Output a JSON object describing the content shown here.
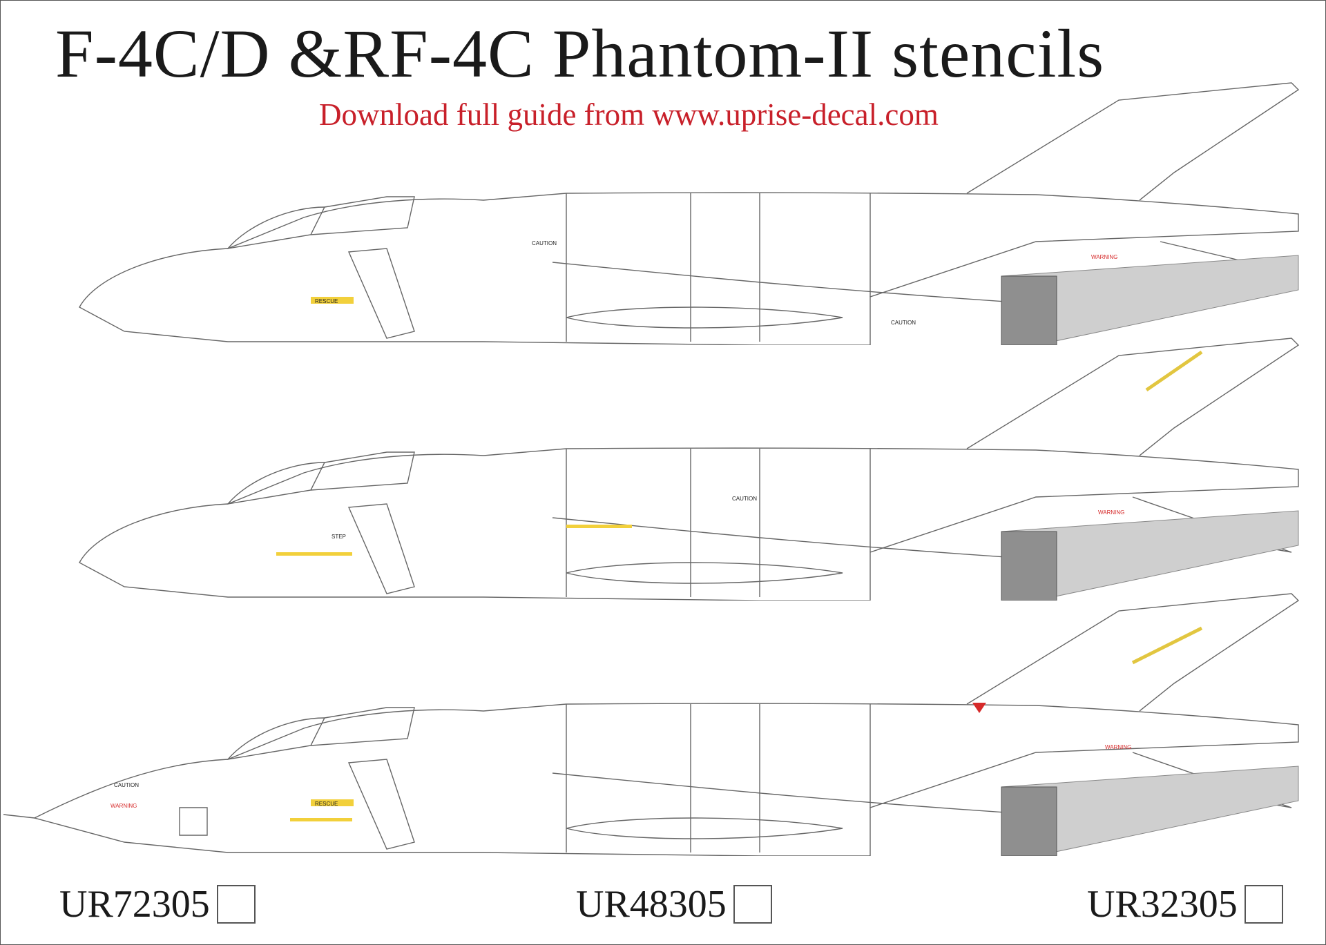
{
  "header": {
    "title": "F-4C/D &RF-4C Phantom-II stencils",
    "subtitle": "Download full guide from www.uprise-decal.com"
  },
  "stencil_labels": {
    "caution": "CAUTION",
    "warning": "WARNING",
    "rescue": "RESCUE",
    "step": "STEP"
  },
  "products": [
    {
      "code": "UR72305"
    },
    {
      "code": "UR48305"
    },
    {
      "code": "UR32305"
    }
  ],
  "colors": {
    "title": "#1a1a1a",
    "subtitle": "#c8202a",
    "line": "#666666",
    "panel_gray": "#cfcfcf",
    "panel_dark": "#9a9a9a",
    "walkway_yellow": "#f2d03b",
    "warning_red": "#d62a2a"
  }
}
